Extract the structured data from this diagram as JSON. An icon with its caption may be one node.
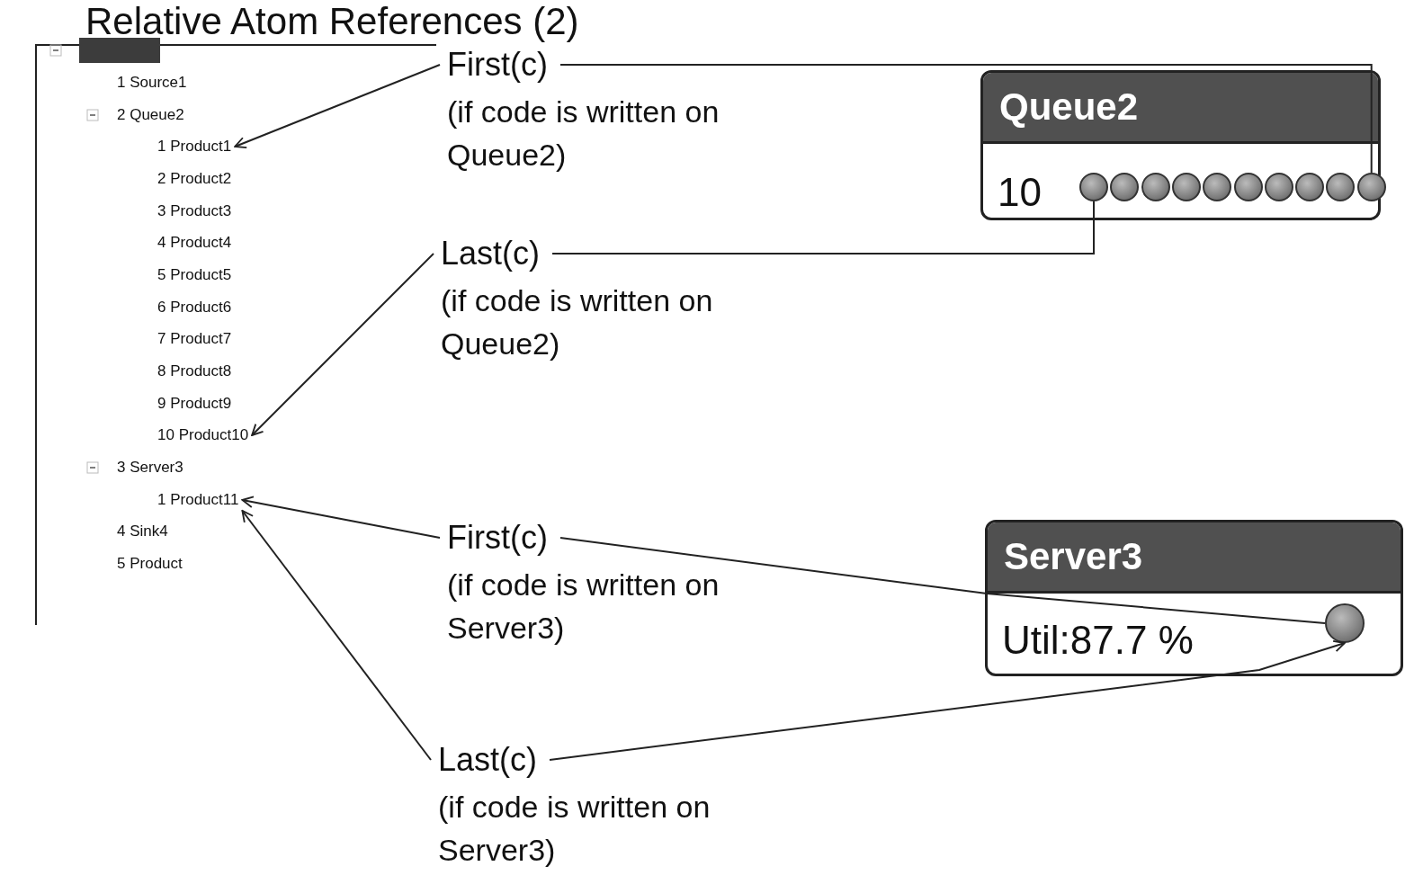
{
  "diagram": {
    "title": "Relative Atom References (2)",
    "nodes": [
      {
        "text": [
          "1 Source1"
        ]
      },
      {
        "text": [
          "2 Queue2"
        ]
      },
      {
        "text": [
          "1 Product1"
        ]
      },
      {
        "text": [
          "2 Product2"
        ]
      },
      {
        "text": [
          "3 Product3"
        ]
      },
      {
        "text": [
          "4 Product4"
        ]
      },
      {
        "text": [
          "5 Product5"
        ]
      },
      {
        "text": [
          "6 Product6"
        ]
      },
      {
        "text": [
          "7 Product7"
        ]
      },
      {
        "text": [
          "8 Product8"
        ]
      },
      {
        "text": [
          "9 Product9"
        ]
      },
      {
        "text": [
          "10 Product10"
        ]
      },
      {
        "text": [
          "3 Server3"
        ]
      },
      {
        "text": [
          "1 Product11"
        ]
      },
      {
        "text": [
          "4 Sink4"
        ]
      },
      {
        "text": [
          "5 Product"
        ]
      },
      {
        "text": [
          "First(c)",
          "(if code is written on Queue2)"
        ]
      },
      {
        "text": [
          "Queue2",
          "10"
        ]
      },
      {
        "text": [],
        "shape": "circle",
        "in": 17
      },
      {
        "text": [],
        "shape": "circle",
        "in": 17
      },
      {
        "text": [],
        "shape": "circle",
        "in": 17
      },
      {
        "text": [],
        "shape": "circle",
        "in": 17
      },
      {
        "text": [],
        "shape": "circle",
        "in": 17
      },
      {
        "text": [],
        "shape": "circle",
        "in": 17
      },
      {
        "text": [],
        "shape": "circle",
        "in": 17
      },
      {
        "text": [],
        "shape": "circle",
        "in": 17
      },
      {
        "text": [],
        "shape": "circle",
        "in": 17
      },
      {
        "text": [],
        "shape": "circle",
        "in": 17
      },
      {
        "text": [
          "Last(c)",
          "(if code is written on Queue2)"
        ]
      },
      {
        "text": [
          "First(c)",
          "(if code is written on Server3)"
        ]
      },
      {
        "text": [
          "Server3",
          "Util:87.7 %"
        ]
      },
      {
        "text": [],
        "shape": "circle",
        "in": 30
      },
      {
        "text": [
          "Last(c)",
          "(if code is written on Server3)"
        ]
      }
    ],
    "edges": [
      {
        "from": 16,
        "to": 2,
        "arrow": "to"
      },
      {
        "from": 16,
        "to": 27,
        "arrow": "none"
      },
      {
        "from": 28,
        "to": 11,
        "arrow": "to"
      },
      {
        "from": 28,
        "to": 18,
        "arrow": "none"
      },
      {
        "from": 29,
        "to": 13,
        "arrow": "to"
      },
      {
        "from": 29,
        "to": 31,
        "arrow": "none"
      },
      {
        "from": 32,
        "to": 13,
        "arrow": "to"
      },
      {
        "from": 32,
        "to": 31,
        "arrow": "to"
      }
    ]
  }
}
